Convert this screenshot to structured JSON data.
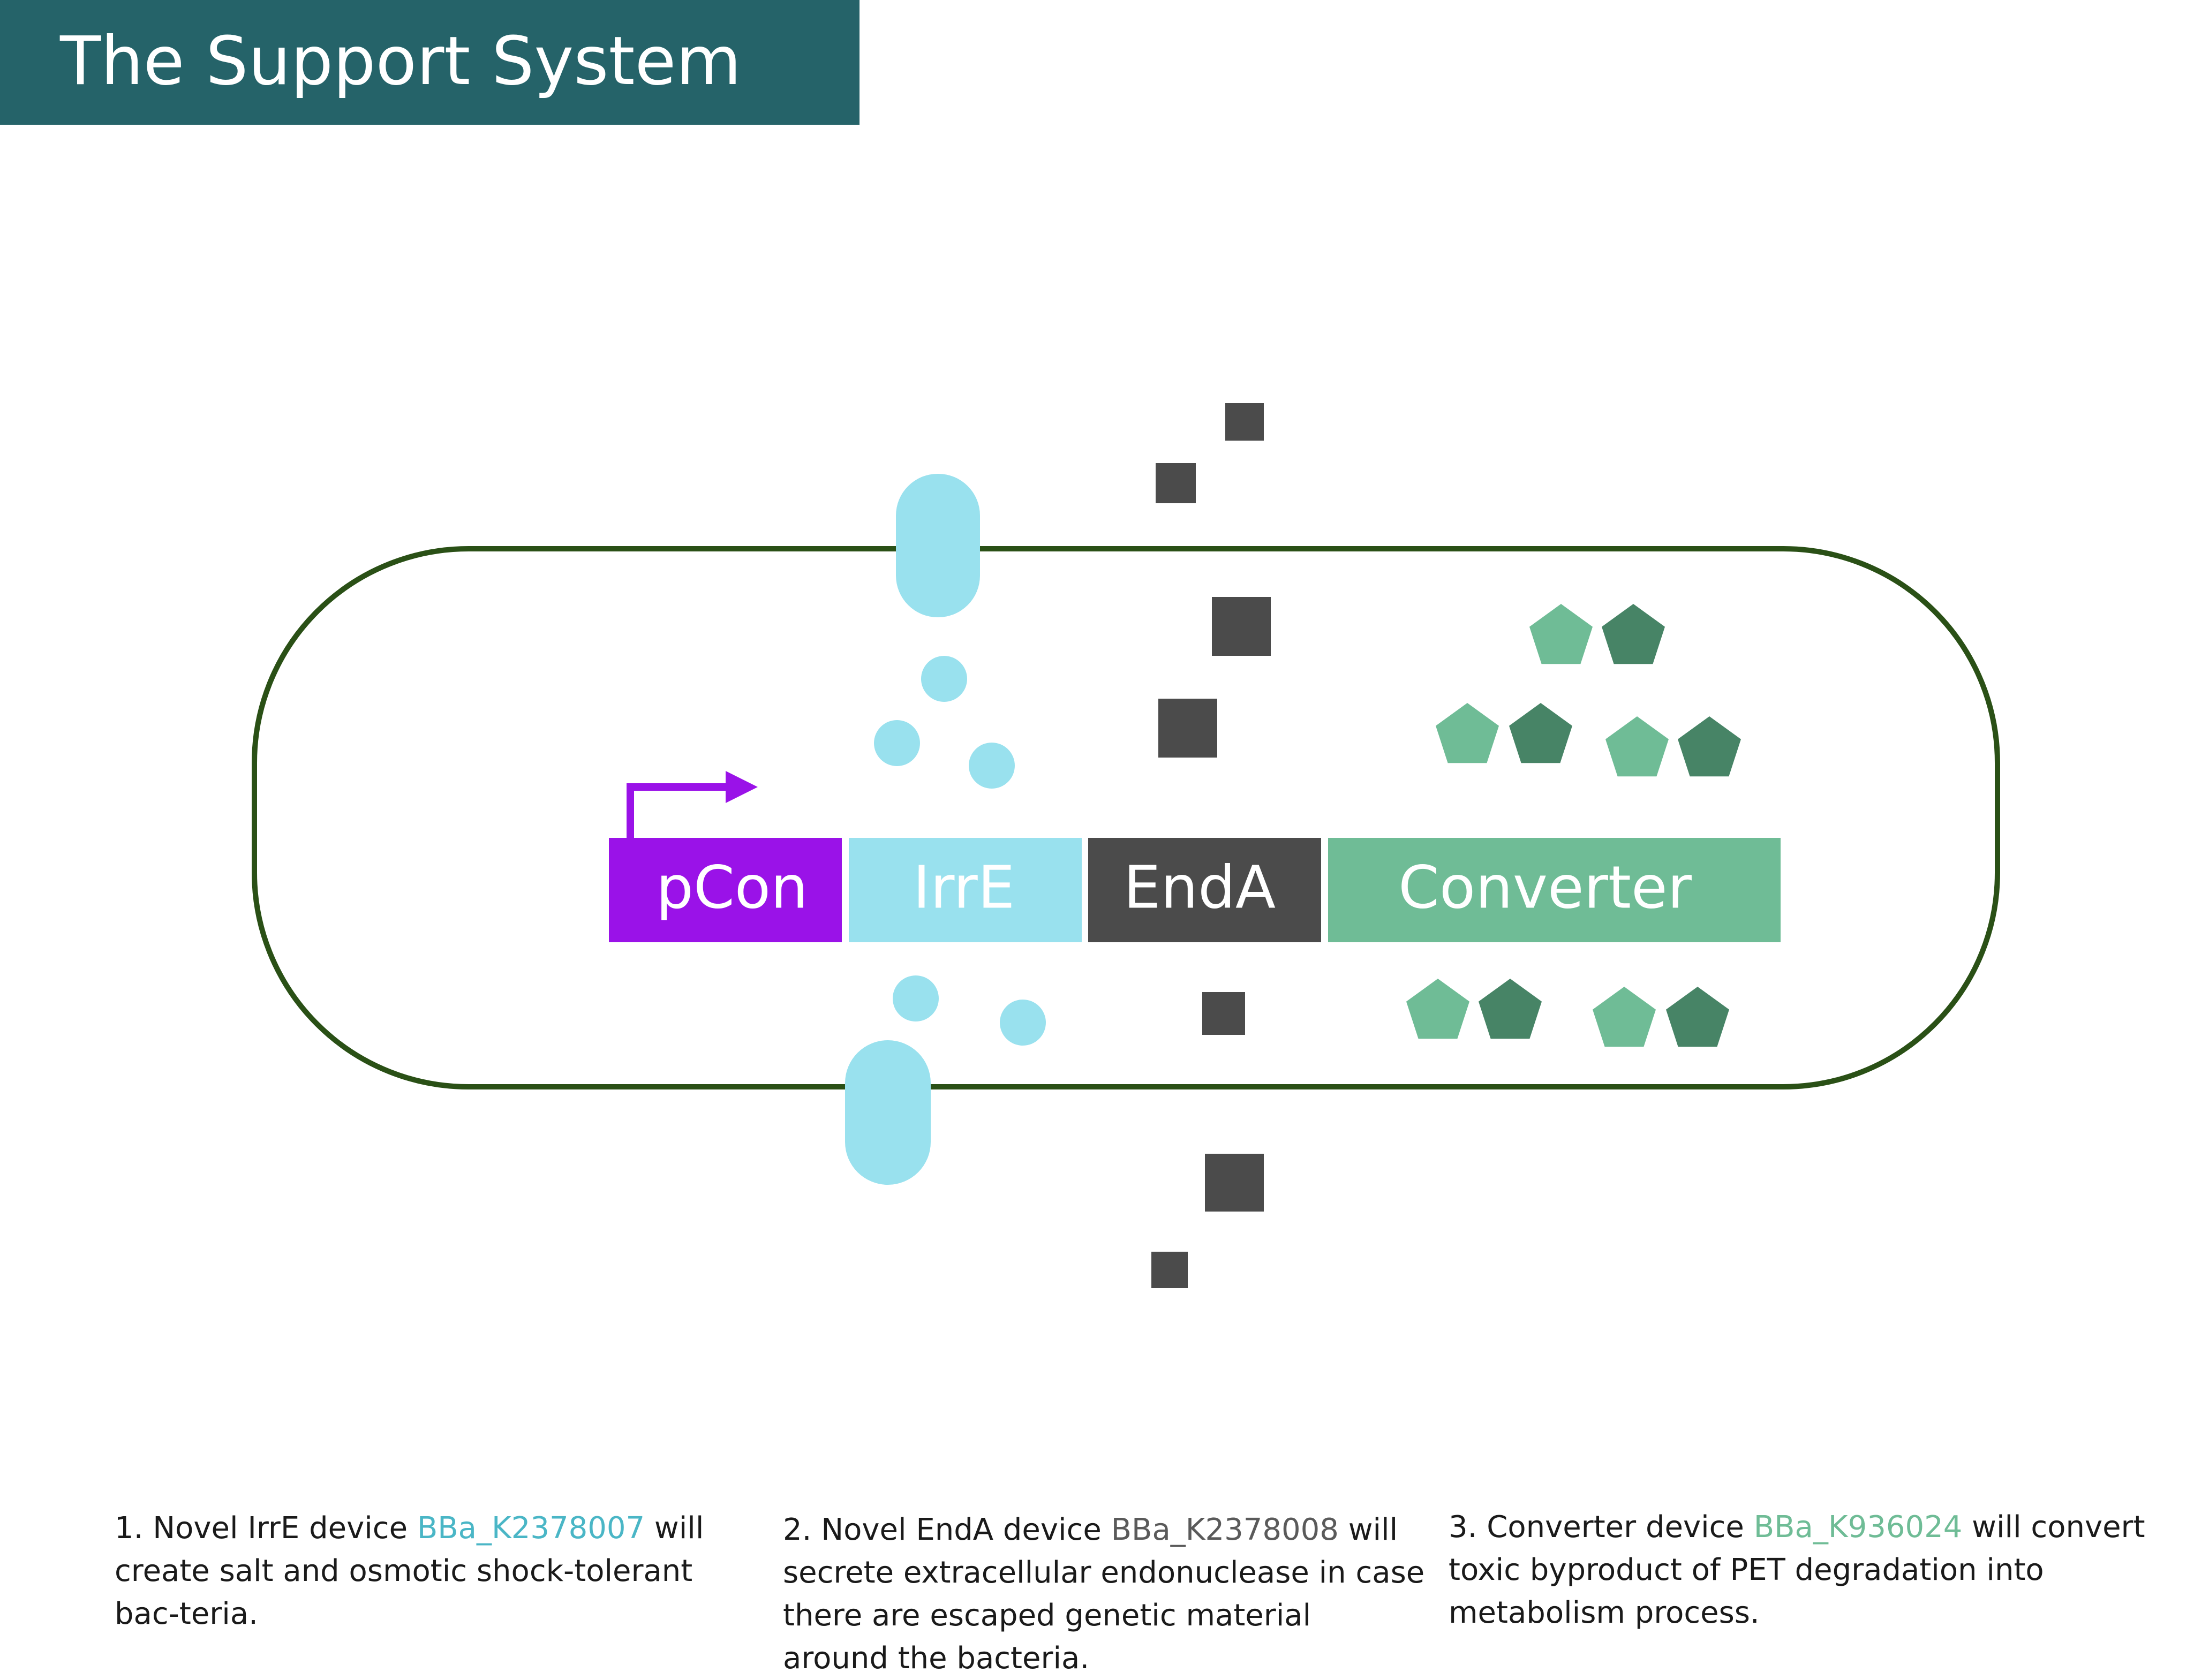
{
  "title": "The Support System",
  "genes": [
    {
      "label": "pCon",
      "color": "#9a12e8"
    },
    {
      "label": "IrrE",
      "color": "#99e1ee"
    },
    {
      "label": "EndA",
      "color": "#4b4b4b"
    },
    {
      "label": "Converter",
      "color": "#6fbc96"
    }
  ],
  "colors": {
    "membrane": "#2a5016",
    "promoter_arrow": "#9a12e8",
    "irre_protein": "#99e1ee",
    "enda_protein": "#4b4b4b",
    "converter_light": "#6fbc96",
    "converter_dark": "#478466",
    "title_bar": "#256369"
  },
  "captions": [
    {
      "prefix": "1. Novel IrrE device ",
      "part_id": "BBa_K2378007",
      "part_color": "#4ab6c6",
      "suffix": " will create salt and osmotic shock-tolerant bac-teria."
    },
    {
      "prefix": "2. Novel EndA device ",
      "part_id": "BBa_K2378008",
      "part_color": "#5a5a5a",
      "suffix": " will secrete extracellular endonuclease in case there are escaped genetic material around the bacteria."
    },
    {
      "prefix": "3. Converter device ",
      "part_id": "BBa_K936024",
      "part_color": "#6fbc96",
      "suffix": " will convert toxic byproduct of PET degradation into metabolism process."
    }
  ]
}
